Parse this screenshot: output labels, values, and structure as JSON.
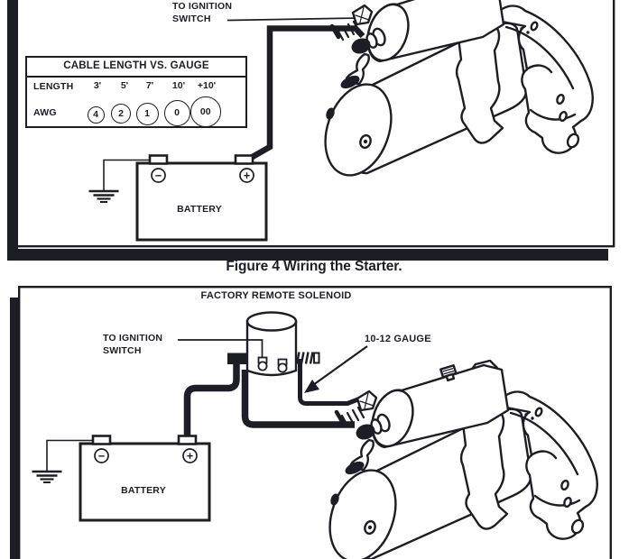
{
  "colors": {
    "ink": "#1d1d26",
    "paper": "#ffffff"
  },
  "caption": "Figure 4 Wiring the Starter.",
  "figure1": {
    "ignition_label_line1": "TO IGNITION",
    "ignition_label_line2": "SWITCH",
    "table": {
      "title": "CABLE LENGTH VS. GAUGE",
      "length_label": "LENGTH",
      "awg_label": "AWG",
      "lengths": [
        "3'",
        "5'",
        "7'",
        "10'",
        "+10'"
      ],
      "awg": [
        "4",
        "2",
        "1",
        "0",
        "00"
      ]
    },
    "battery": {
      "label": "BATTERY",
      "neg": "−",
      "pos": "+"
    }
  },
  "figure2": {
    "solenoid_label": "FACTORY REMOTE SOLENOID",
    "ignition_label_line1": "TO IGNITION",
    "ignition_label_line2": "SWITCH",
    "gauge_label": "10-12 GAUGE",
    "battery": {
      "label": "BATTERY",
      "neg": "−",
      "pos": "+"
    }
  }
}
